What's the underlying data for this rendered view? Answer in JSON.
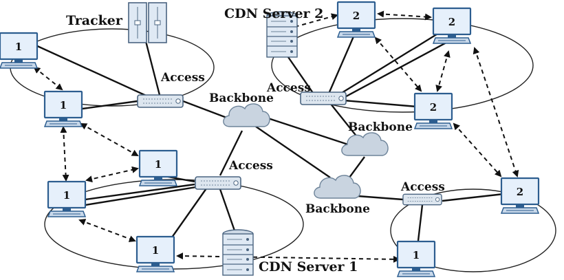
{
  "labels": {
    "tracker": "Tracker",
    "cdn_server_1": "CDN Server 1",
    "cdn_server_2": "CDN Server 2",
    "access": "Access",
    "backbone": "Backbone"
  },
  "peers": {
    "g1": "1",
    "g2": "2"
  },
  "colors": {
    "monitor_fill": "#e6f0fb",
    "monitor_stroke": "#2c5d8f",
    "server_fill": "#dfe9f4",
    "cloud_fill": "#c9d4e0",
    "switch_fill": "#dde6ef"
  },
  "icons": [
    "computer-icon",
    "server-icon",
    "cloud-icon",
    "switch-icon"
  ]
}
